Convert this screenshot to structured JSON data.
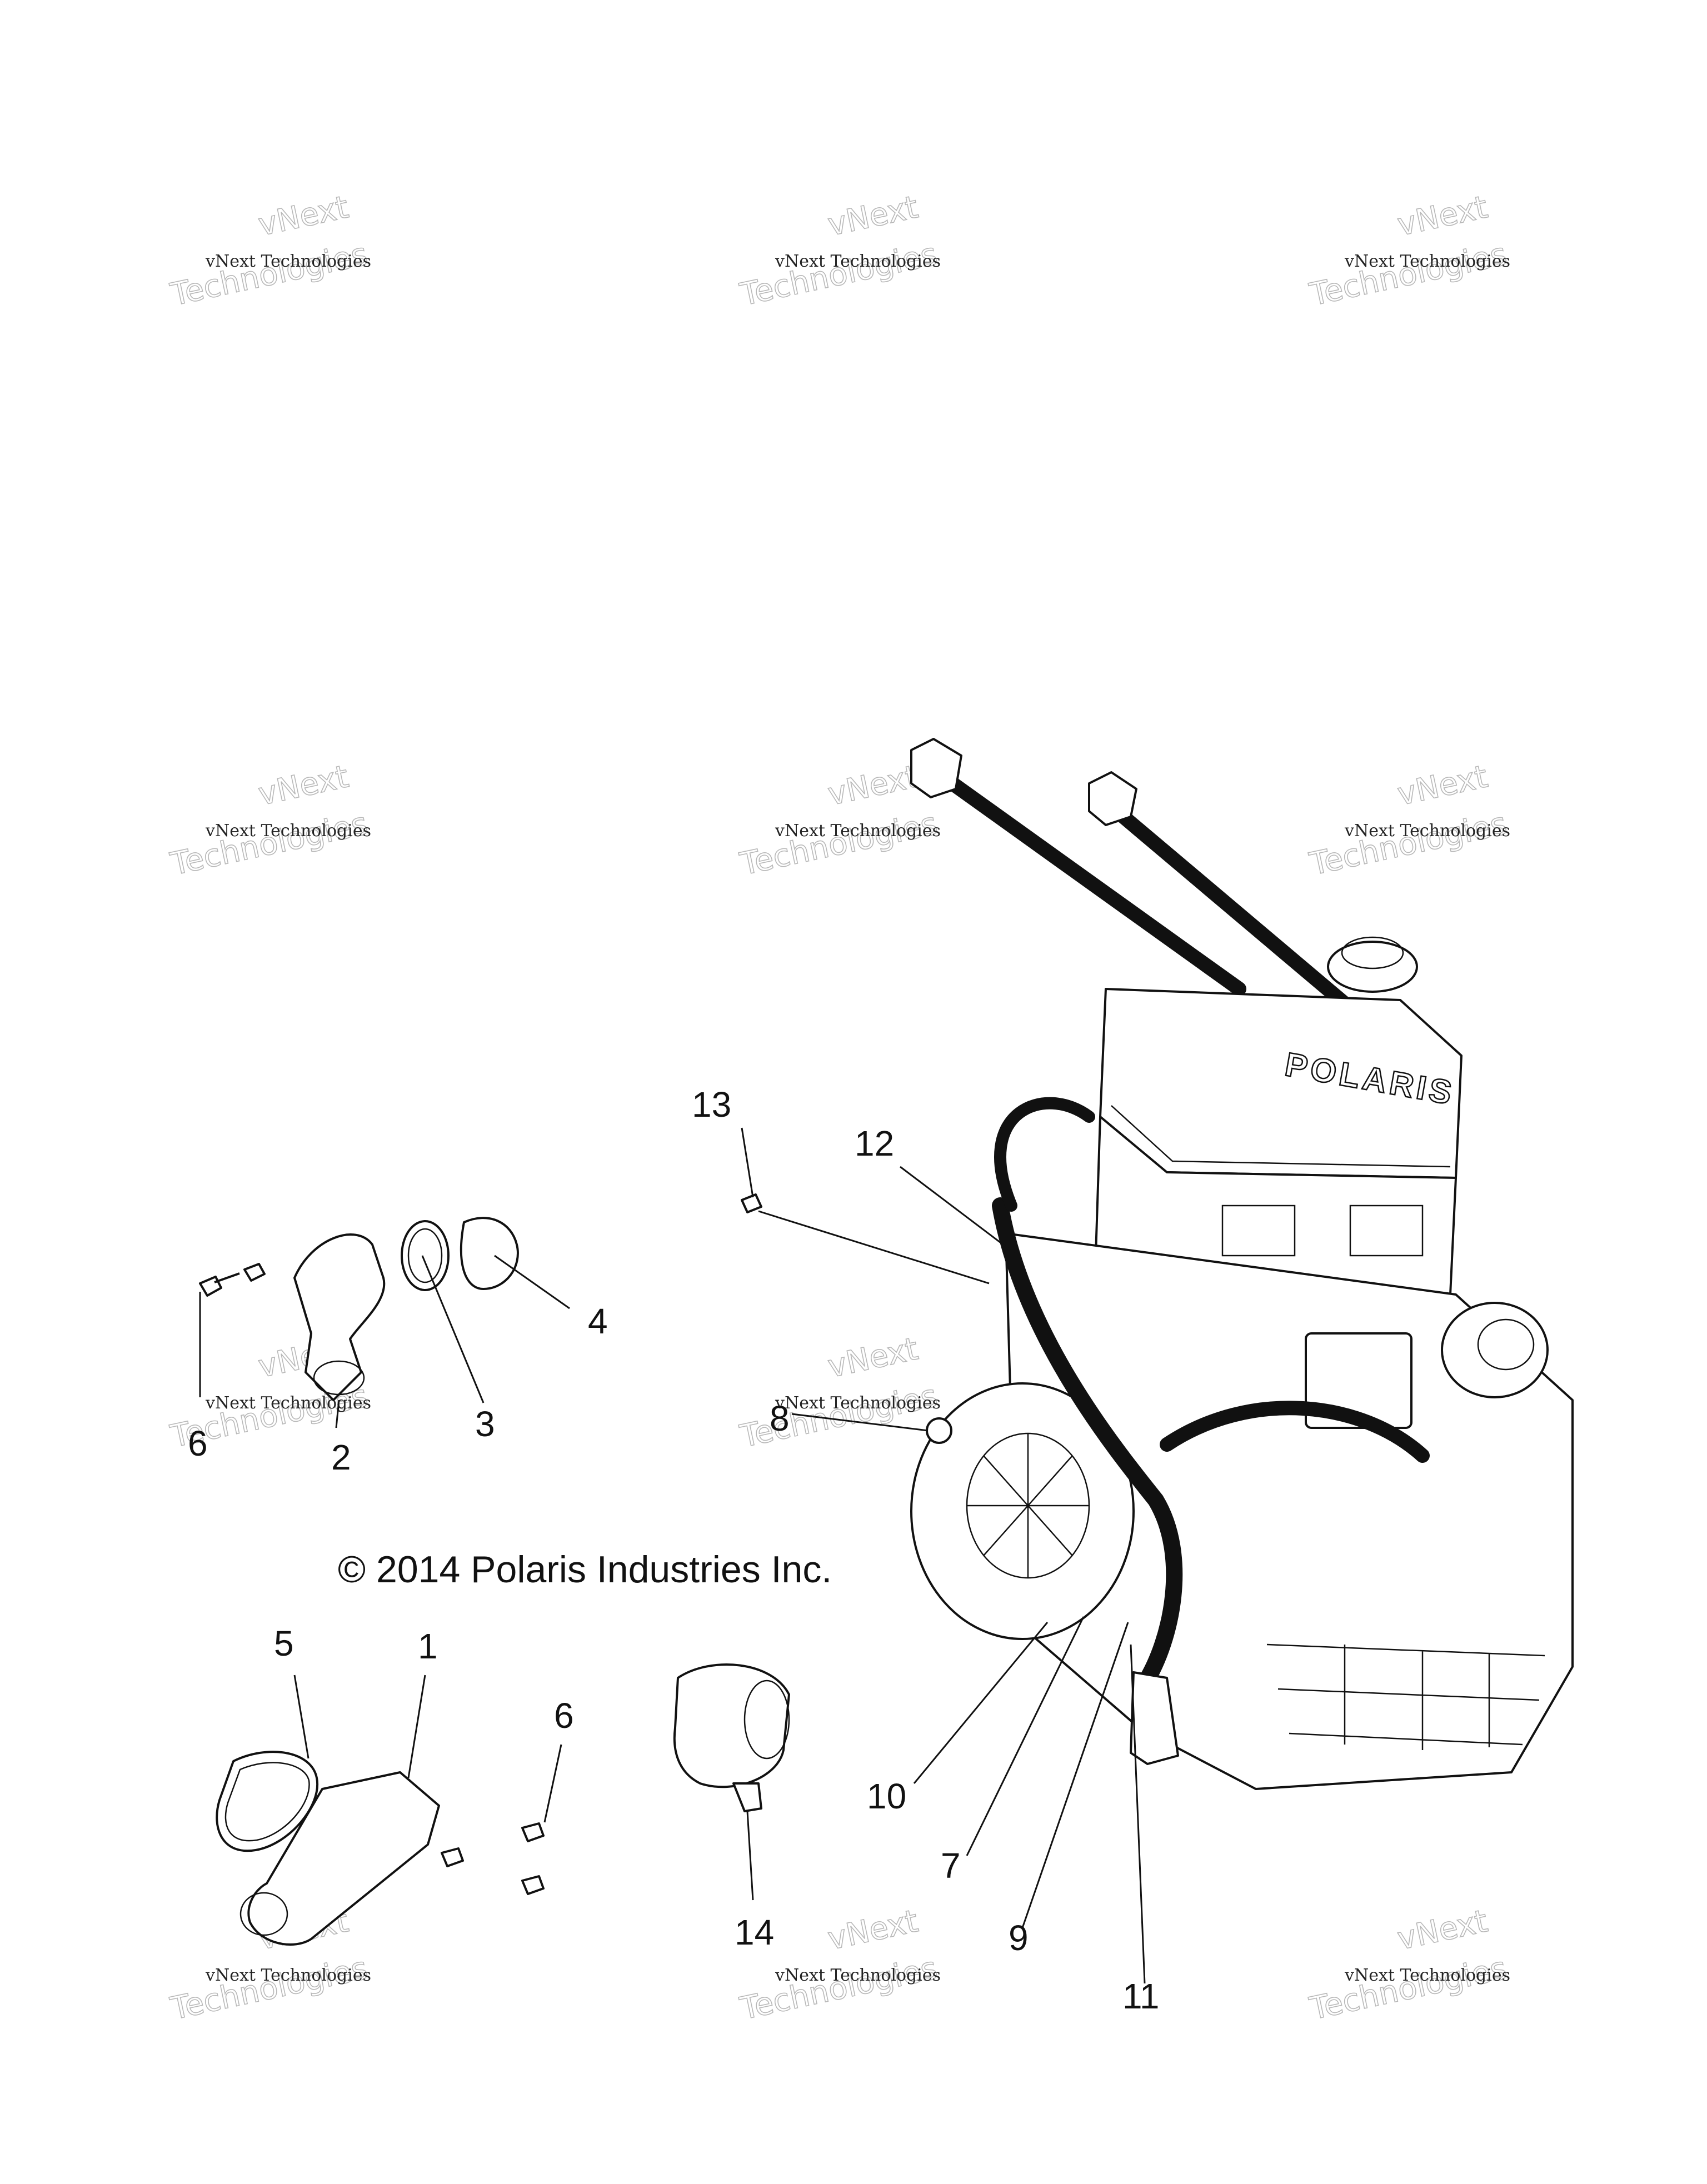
{
  "copyright": "© 2014 Polaris Industries Inc.",
  "watermark": {
    "small_text": "vNext Technologies",
    "big_line1": "vNext",
    "big_line2": "Technologies"
  },
  "engine_logo": "POLARIS",
  "callouts": {
    "c1": "1",
    "c2": "2",
    "c3": "3",
    "c4": "4",
    "c5": "5",
    "c6a": "6",
    "c6b": "6",
    "c7": "7",
    "c8": "8",
    "c9": "9",
    "c10": "10",
    "c11": "11",
    "c12": "12",
    "c13": "13",
    "c14": "14"
  },
  "colors": {
    "ink": "#111111",
    "watermark": "#b8b8b8"
  }
}
